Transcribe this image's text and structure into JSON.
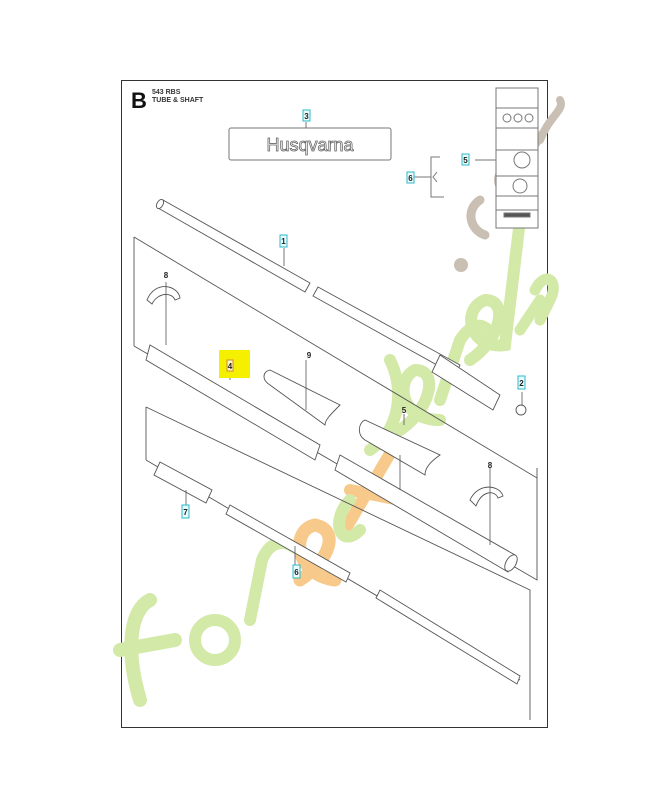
{
  "header": {
    "section_letter": "B",
    "model": "543 RBS",
    "title": "TUBE & SHAFT"
  },
  "logo_text": "Husqvarna",
  "callouts": [
    {
      "number": "3",
      "style": "cyan"
    },
    {
      "number": "6",
      "style": "cyan"
    },
    {
      "number": "5",
      "style": "cyan"
    },
    {
      "number": "1",
      "style": "cyan"
    },
    {
      "number": "8",
      "style": "plain"
    },
    {
      "number": "4",
      "style": "highlighted"
    },
    {
      "number": "9",
      "style": "plain"
    },
    {
      "number": "2",
      "style": "cyan"
    },
    {
      "number": "5",
      "style": "plain"
    },
    {
      "number": "8",
      "style": "plain"
    },
    {
      "number": "7",
      "style": "cyan"
    },
    {
      "number": "6",
      "style": "cyan"
    }
  ],
  "watermark": "Foretjardin.com",
  "colors": {
    "callout_cyan": "#2bb8c8",
    "highlight_yellow": "#f5f000",
    "watermark_green": "#cfe6a3",
    "watermark_orange": "#f7c98a",
    "watermark_grey": "#c9bfb2"
  }
}
